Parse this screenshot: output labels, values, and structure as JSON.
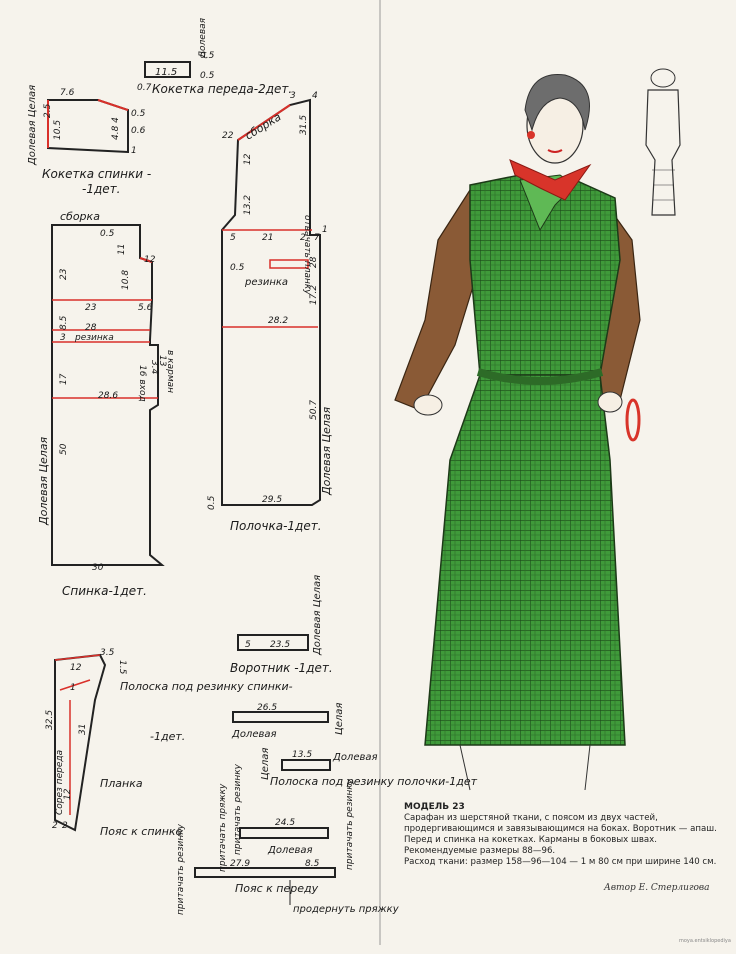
{
  "pattern": {
    "back_yoke": {
      "label_line1": "Кокетка спинки -",
      "label_line2": "-1дет.",
      "grain": "Долевая Целая",
      "dims": {
        "top": "7.6",
        "d25": "2.5",
        "d105": "10.5",
        "d48": "4.8 4",
        "d05": "0.5",
        "d06": "0.6",
        "d1": "1"
      }
    },
    "front_yoke": {
      "label": "Кокетка переда-2дет.",
      "value": "11.5",
      "grain": "Долевая",
      "d05a": "0.5",
      "d05b": "0.5",
      "d07": "0.7"
    },
    "back": {
      "label": "Спинка-1дет.",
      "grain": "Долевая Целая",
      "gather": "сборка",
      "elastic": "резинка",
      "pocket_entry": "16 вход",
      "pocket": "в карман",
      "dims": {
        "top05": "0.5",
        "d11": "11",
        "d12": "12",
        "d23a": "23",
        "d108": "10.8",
        "d23b": "23",
        "d56": "5.6",
        "d85": "8.5",
        "d28": "28",
        "d13": "13",
        "d3": "3",
        "d34": "3.4",
        "d17": "17",
        "d286": "28.6",
        "d50": "50",
        "d30": "30"
      }
    },
    "front": {
      "label": "Полочка-1дет.",
      "grain": "Долевая Целая",
      "gather": "сборка",
      "elastic": "резинка",
      "placket": "отвачать планку",
      "dims": {
        "d22": "22",
        "d3": "3",
        "d4": "4",
        "d315": "31.5",
        "d12": "12",
        "d132": "13.2",
        "d5": "5",
        "d21": "21",
        "d2": "2",
        "d7": "7",
        "d1": "1",
        "d05": "0.5",
        "d28": "28",
        "d172": "17.2",
        "d282": "28.2",
        "d507": "50.7",
        "d295": "29.5",
        "d05b": "0.5"
      }
    },
    "collar": {
      "label": "Воротник -1дет.",
      "grain": "Долевая Целая",
      "d5": "5",
      "d235": "23.5"
    },
    "placket_strip": {
      "label_elastic_back": "Полоска под резинку спинки-",
      "label_det": "-1дет.",
      "label_placket": "Планка",
      "label_inner": "Сорез переда",
      "d35": "3.5",
      "d15": "1.5",
      "d12": "12",
      "d1": "1",
      "d325": "32.5",
      "d31": "31",
      "d2a": "2",
      "d2b": "2",
      "d12b": "12"
    },
    "strip_back": {
      "d265": "26.5",
      "grain": "Долевая",
      "grain2": "Целая"
    },
    "strip_front": {
      "label": "Полоска под резинку полочки-1дет",
      "d135": "13.5",
      "grain": "Долевая",
      "grain2": "Целая"
    },
    "belt_back": {
      "label": "Пояс к спинке",
      "d245": "24.5",
      "grain": "Долевая",
      "stitch1": "притачать резинку",
      "stitch2": "притачать резинку"
    },
    "belt_front": {
      "label": "Пояс к переду",
      "d279": "27.9",
      "d85": "8.5",
      "thread": "продернуть пряжку",
      "stitch": "притачать резинку",
      "stitch2": "притачать пряжку"
    }
  },
  "caption": {
    "model": "МОДЕЛЬ 23",
    "text": "Сарафан из шерстяной ткани, с поясом из двух частей, продергивающимся и завязывающимся на боках. Воротник — апаш. Перед и спинка на кокетках. Карманы в боковых швах.",
    "sizes": "Рекомендуемые размеры 88—96.",
    "consumption": "Расход ткани: размер 158—96—104 — 1 м 80 см при ширине 140 см.",
    "author": "Автор Е. Стерлигова"
  },
  "site": "moya.entsiklopediya",
  "colors": {
    "dress_green": "#3f9a3a",
    "sleeve_brown": "#8a5a36",
    "scarf_red": "#d8342a",
    "pattern_red": "#d9302a",
    "paper": "#f6f3ec"
  }
}
